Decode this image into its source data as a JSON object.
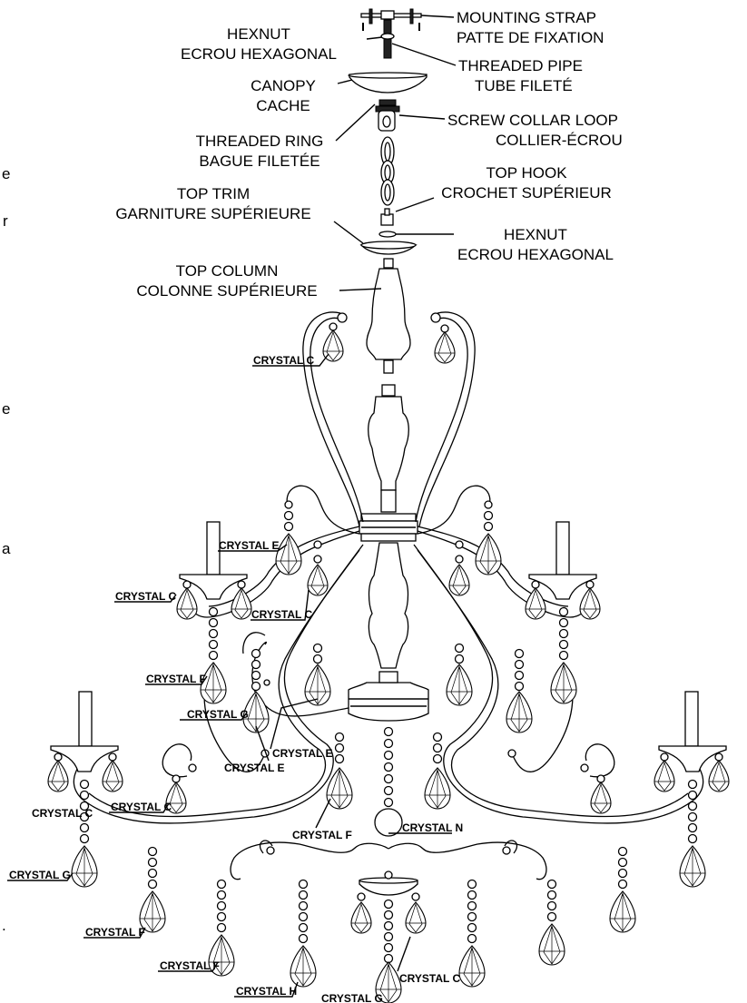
{
  "labels": {
    "mounting_strap_en": "MOUNTING STRAP",
    "mounting_strap_fr": "PATTE DE FIXATION",
    "hexnut_top_en": "HEXNUT",
    "hexnut_top_fr": "ECROU HEXAGONAL",
    "threaded_pipe_en": "THREADED PIPE",
    "threaded_pipe_fr": "TUBE FILETÉ",
    "canopy_en": "CANOPY",
    "canopy_fr": "CACHE",
    "screw_collar_en": "SCREW COLLAR LOOP",
    "screw_collar_fr": "COLLIER-ÉCROU",
    "threaded_ring_en": "THREADED RING",
    "threaded_ring_fr": "BAGUE FILETÉE",
    "top_hook_en": "TOP HOOK",
    "top_hook_fr": "CROCHET SUPÉRIEUR",
    "top_trim_en": "TOP TRIM",
    "top_trim_fr": "GARNITURE SUPÉRIEURE",
    "hexnut_mid_en": "HEXNUT",
    "hexnut_mid_fr": "ECROU HEXAGONAL",
    "top_column_en": "TOP COLUMN",
    "top_column_fr": "COLONNE SUPÉRIEURE"
  },
  "crystals": {
    "c1": "CRYSTAL C",
    "e1": "CRYSTAL E",
    "c2": "CRYSTAL C",
    "c3": "CRYSTAL C",
    "f1": "CRYSTAL F",
    "g1": "CRYSTAL G",
    "e2": "CRYSTAL E",
    "e3": "CRYSTAL E",
    "c4": "CRYSTAL C",
    "c5": "CRYSTAL C",
    "f2": "CRYSTAL F",
    "n1": "CRYSTAL N",
    "g2": "CRYSTAL G",
    "f3": "CRYSTAL F",
    "f4": "CRYSTAL F",
    "c6": "CRYSTAL C",
    "h1": "CRYSTAL H",
    "g3": "CRYSTAL G"
  },
  "margin_glyphs": [
    "e",
    "r",
    "e",
    "a",
    "."
  ]
}
